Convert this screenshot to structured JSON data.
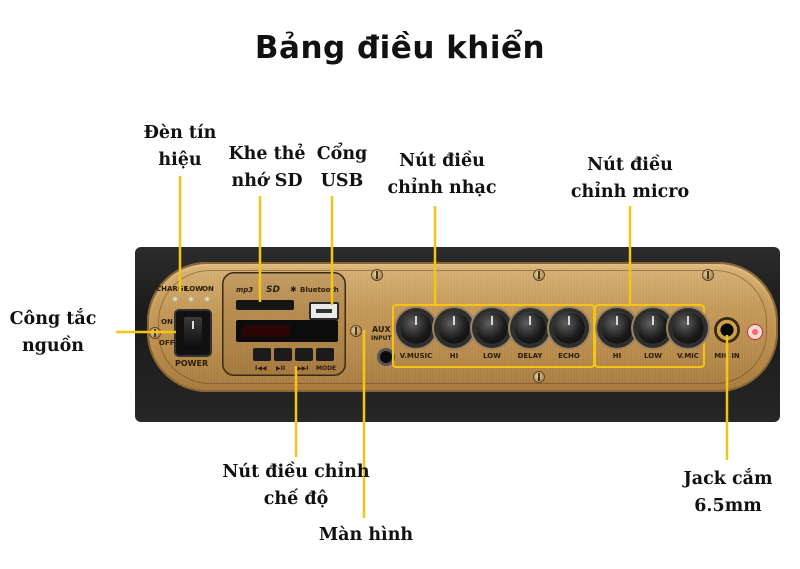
{
  "title": "Bảng điều khiển",
  "callouts": {
    "signal_light": [
      "Đèn tín",
      "hiệu"
    ],
    "sd_slot": [
      "Khe thẻ",
      "nhớ SD"
    ],
    "usb_port": [
      "Cổng",
      "USB"
    ],
    "music_knobs": [
      "Nút điều",
      "chỉnh nhạc"
    ],
    "mic_knobs": [
      "Nút điều",
      "chỉnh micro"
    ],
    "power_switch": [
      "Công tắc",
      "nguồn"
    ],
    "mode_buttons": [
      "Nút điều chỉnh",
      "chế độ"
    ],
    "screen": [
      "Màn hình"
    ],
    "jack": [
      "Jack cắm",
      "6.5mm"
    ]
  },
  "panel": {
    "led_labels": [
      "CHARGE",
      "LOW",
      "ON"
    ],
    "switch_labels": {
      "on": "ON",
      "off": "OFF",
      "power": "POWER"
    },
    "module_labels": {
      "sd": "SD",
      "bluetooth": "Bluetooth"
    },
    "mode_labels": [
      "I◀◀",
      "▶II",
      "▶▶I",
      "MODE"
    ],
    "aux_label": [
      "AUX",
      "INPUT"
    ],
    "music_knobs": [
      "V.MUSIC",
      "HI",
      "LOW",
      "DELAY",
      "ECHO"
    ],
    "mic_knobs": [
      "HI",
      "LOW",
      "V.MIC"
    ],
    "mic_in_label": "MIC IN"
  },
  "colors": {
    "leader": "#f5c515",
    "plate": "#c69a58",
    "panel": "#1f1f1f"
  }
}
